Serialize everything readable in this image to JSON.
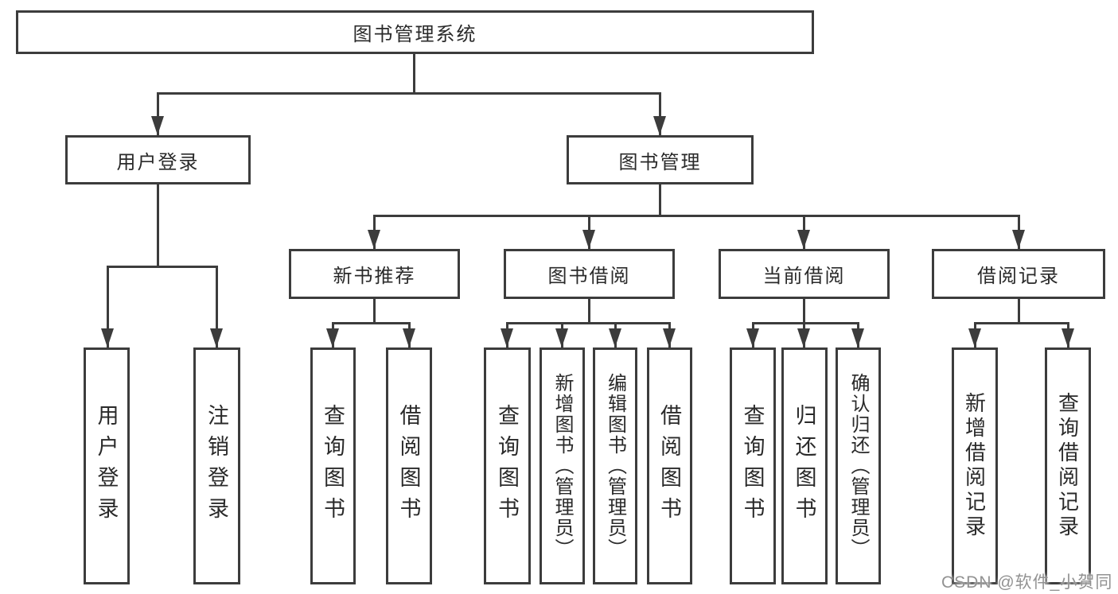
{
  "tree": {
    "root": "图书管理系统",
    "user_login": {
      "label": "用户登录",
      "children": [
        "用户登录",
        "注销登录"
      ]
    },
    "book_mgmt": {
      "label": "图书管理"
    },
    "new_book": {
      "label": "新书推荐",
      "children": [
        "查询图书",
        "借阅图书"
      ]
    },
    "book_borrow": {
      "label": "图书借阅",
      "children": [
        "查询图书",
        "新增图书（管理员）",
        "编辑图书（管理员）",
        "借阅图书"
      ]
    },
    "current_borrow": {
      "label": "当前借阅",
      "children": [
        "查询图书",
        "归还图书",
        "确认归还（管理员）"
      ]
    },
    "borrow_record": {
      "label": "借阅记录",
      "children": [
        "新增借阅记录",
        "查询借阅记录"
      ]
    }
  },
  "watermark": {
    "text": "CSDN @软件_小贺同学"
  },
  "colors": {
    "line": "#3c3c3c",
    "text": "#2a2a2a",
    "watermark": "#929292",
    "background": "#ffffff"
  }
}
